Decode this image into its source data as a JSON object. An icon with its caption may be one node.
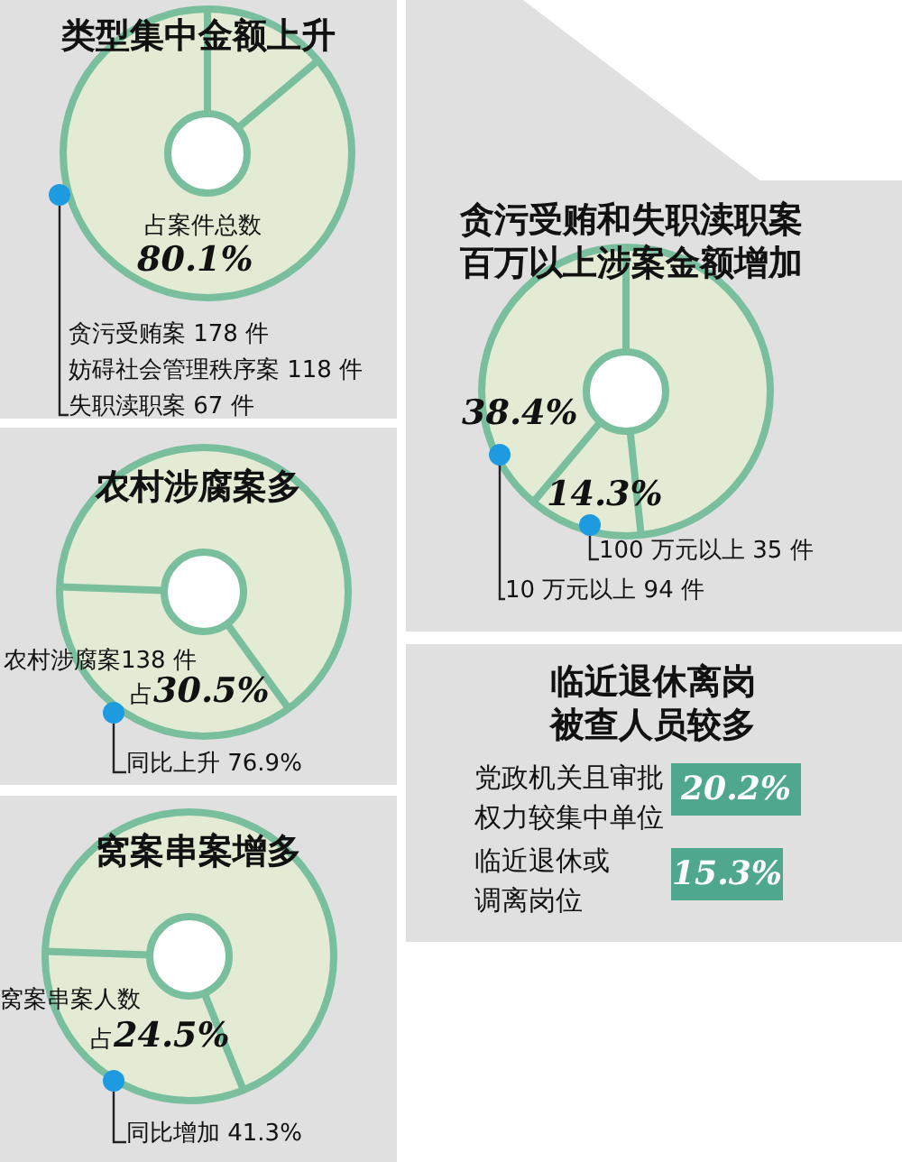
{
  "diagram": {
    "nodes": [
      {
        "text": [
          "类型集中金额上升"
        ]
      },
      {
        "text": [],
        "shape": "circle",
        "in": 0
      },
      {
        "text": [
          "贪污受贿案 178 件",
          "妨碍社会管理秩序案 118 件",
          "失职渎职案 67 件"
        ],
        "in": 0
      },
      {
        "text": [
          "农村涉腐案多"
        ]
      },
      {
        "text": [],
        "shape": "circle",
        "in": 3
      },
      {
        "text": [
          "同比上升 76.9%"
        ],
        "in": 3
      },
      {
        "text": [
          "窝案串案增多"
        ]
      },
      {
        "text": [],
        "shape": "circle",
        "in": 6
      },
      {
        "text": [
          "同比增加 41.3%"
        ],
        "in": 6
      },
      {
        "text": [
          "贪污受贿和失职渎职案百万以上涉案金额增加"
        ]
      },
      {
        "text": [],
        "shape": "circle",
        "in": 9
      },
      {
        "text": [
          "10 万元以上 94 件"
        ],
        "in": 9
      },
      {
        "text": [],
        "shape": "circle",
        "in": 9
      },
      {
        "text": [
          "100 万元以上 35 件"
        ],
        "in": 9
      },
      {
        "text": [
          "临近退休离岗被查人员较多"
        ]
      },
      {
        "text": [
          "20.2%"
        ],
        "in": 14,
        "beside": [
          "党政机关且审批权力较集中单位"
        ]
      },
      {
        "text": [
          "15.3%"
        ],
        "in": 14,
        "beside": [
          "临近退休或调离岗位"
        ]
      }
    ],
    "edges": [
      {
        "from": 2,
        "to": 1,
        "arrow": "none"
      },
      {
        "from": 5,
        "to": 4,
        "arrow": "none"
      },
      {
        "from": 8,
        "to": 7,
        "arrow": "none"
      },
      {
        "from": 11,
        "to": 10,
        "arrow": "none"
      },
      {
        "from": 13,
        "to": 12,
        "arrow": "none"
      }
    ],
    "labels": [
      "占案件总数",
      "80.1%",
      "农村涉腐案138 件",
      "占**30.5%**",
      "窝案串案人数",
      "占**24.5%**",
      "38.4%",
      "14.3%"
    ]
  }
}
